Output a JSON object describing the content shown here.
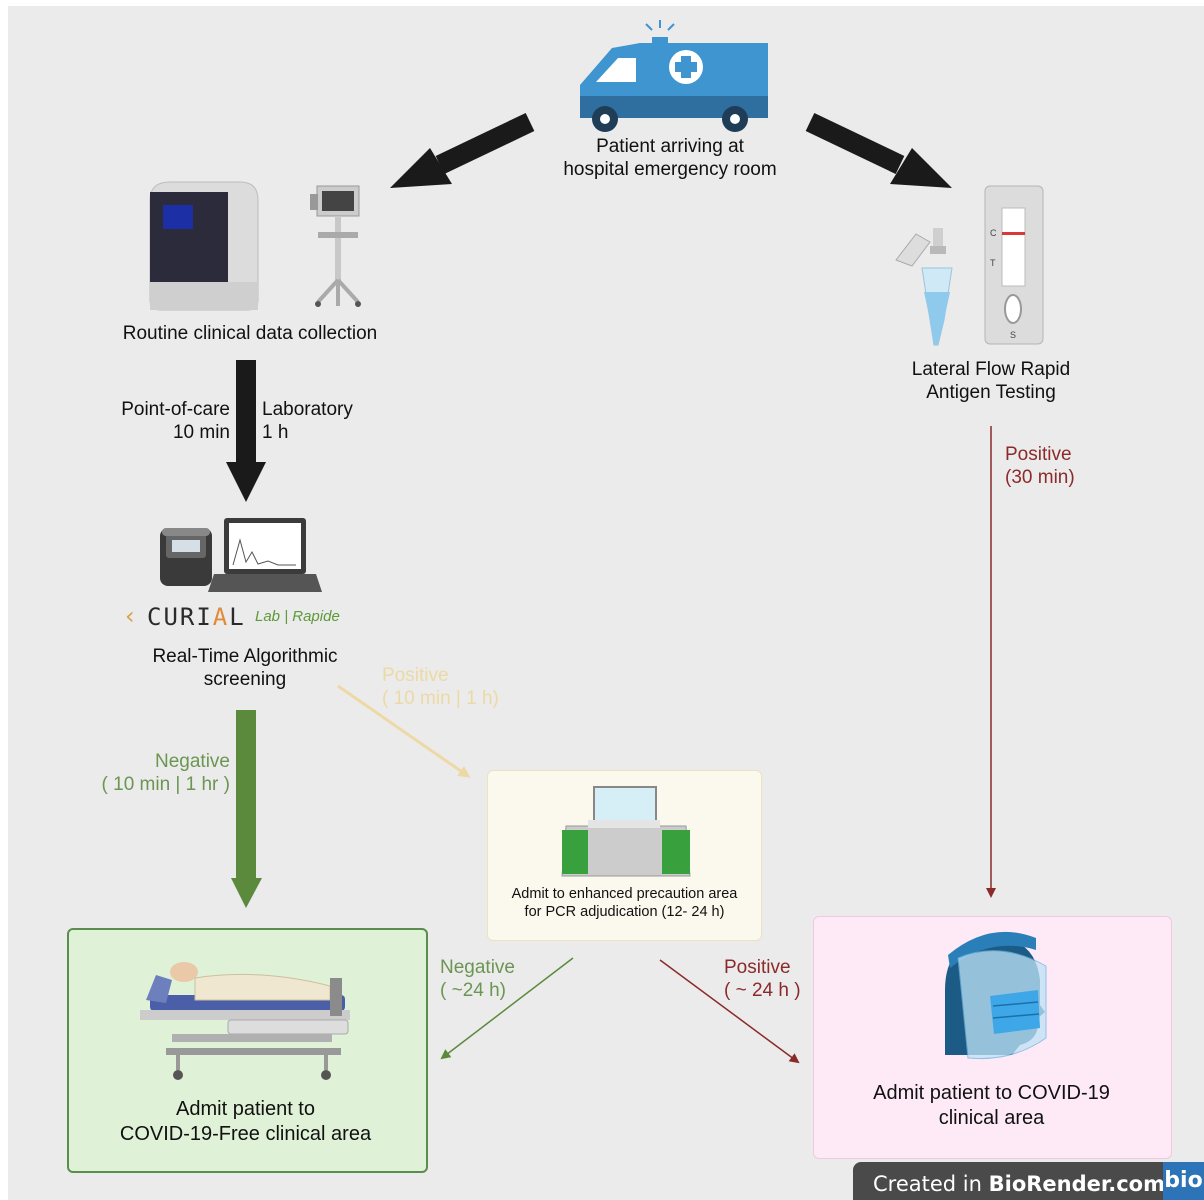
{
  "colors": {
    "background": "#ebebeb",
    "negative": "#5c8a3c",
    "negative_text": "#6b9652",
    "positive_pale": "#ecd9a5",
    "positive_red": "#8b2a2a",
    "ambulance_blue": "#3e95cf",
    "green_box_bg": "#dff1d7",
    "green_box_border": "#5b8e4c",
    "pink_box_bg": "#fdeaf6",
    "yellow_box_bg": "#fbf8ee"
  },
  "ambulance": {
    "icon": "ambulance-icon",
    "label_line1": "Patient arriving at",
    "label_line2": "hospital emergency room"
  },
  "routine": {
    "icon": "lab-analyzer-icon",
    "label": "Routine clinical data collection"
  },
  "lateral_flow": {
    "icon": "rapid-antigen-test-icon",
    "label_line1": "Lateral Flow Rapid",
    "label_line2": "Antigen Testing"
  },
  "timing": {
    "poc_label": "Point-of-care",
    "poc_time": "10 min",
    "lab_label": "Laboratory",
    "lab_time": "1 h"
  },
  "curial": {
    "logo_c": "CURI",
    "logo_a": "A",
    "logo_l": "L",
    "sub": "Lab | Rapide",
    "label_line1": "Real-Time Algorithmic",
    "label_line2": "screening"
  },
  "edges": {
    "algo_negative_label": "Negative",
    "algo_negative_time": "( 10 min | 1 hr )",
    "algo_positive_label": "Positive",
    "algo_positive_time": "( 10 min | 1 h)",
    "lft_positive_label": "Positive",
    "lft_positive_time": "(30 min)",
    "pcr_negative_label": "Negative",
    "pcr_negative_time": "( ~24 h)",
    "pcr_positive_label": "Positive",
    "pcr_positive_time": "( ~ 24 h )"
  },
  "precaution": {
    "icon": "isolation-bed-icon",
    "label_line1": "Admit to enhanced precaution area",
    "label_line2": "for PCR adjudication (12- 24 h)"
  },
  "covid_free": {
    "icon": "hospital-bed-icon",
    "label_line1": "Admit patient to",
    "label_line2": "COVID-19-Free clinical area"
  },
  "covid": {
    "icon": "face-shield-mask-icon",
    "label_line1": "Admit patient to COVID-19",
    "label_line2": "clinical area"
  },
  "footer": {
    "text_prefix": "Created in ",
    "text_brand": "BioRender.com",
    "logo": "bio"
  }
}
